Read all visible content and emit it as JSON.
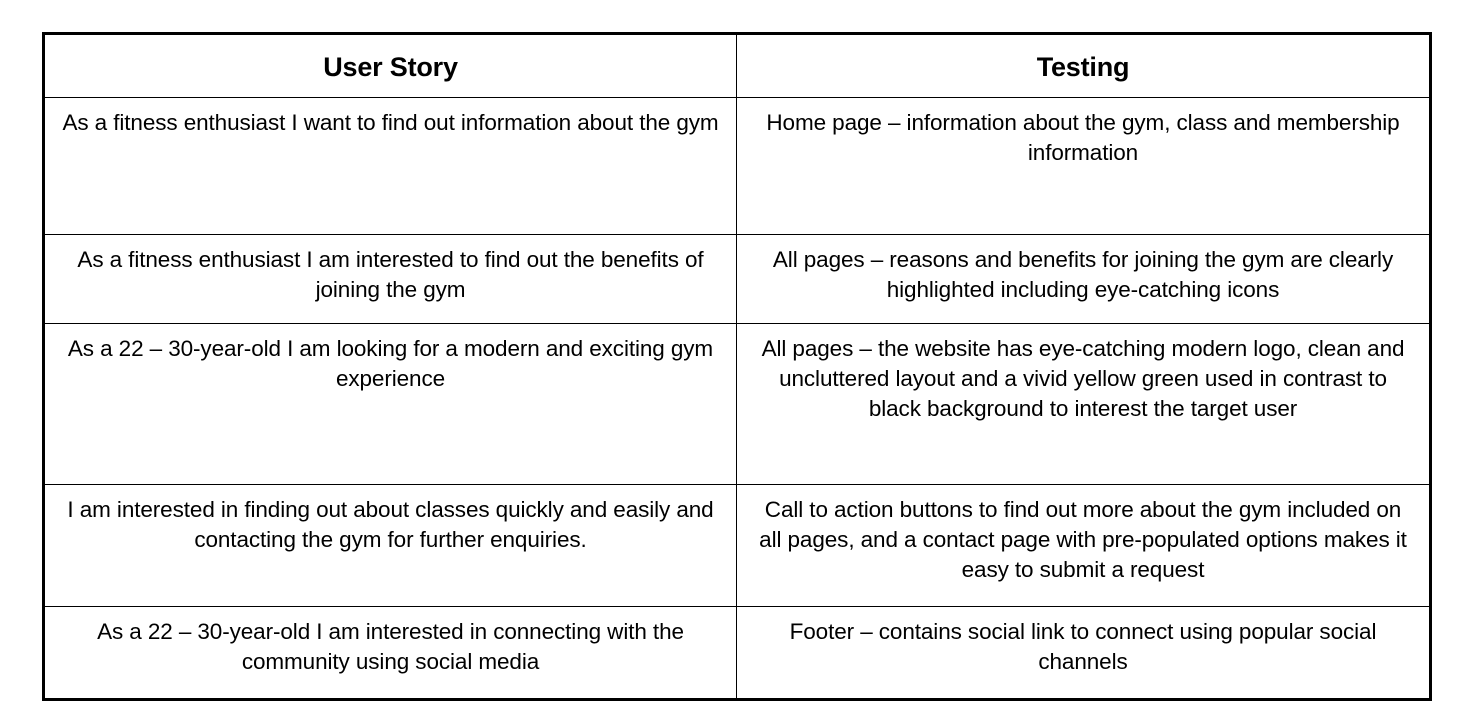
{
  "document": {
    "title": "User Story and Testing Table",
    "background_color": "#ffffff",
    "text_color": "#000000",
    "border_color": "#000000"
  },
  "table": {
    "columns": [
      {
        "key": "user_story",
        "header": "User Story"
      },
      {
        "key": "testing",
        "header": "Testing"
      }
    ],
    "rows": [
      {
        "user_story": "As a fitness enthusiast I want to find out information about the gym",
        "testing": "Home page – information about the gym, class and membership information"
      },
      {
        "user_story": "As a fitness enthusiast I am interested to find out the benefits of joining the gym",
        "testing": "All pages – reasons and benefits for joining the gym are clearly highlighted including eye-catching icons"
      },
      {
        "user_story": "As a 22 – 30-year-old I am looking for a modern and exciting gym experience",
        "testing": "All pages – the website has eye-catching modern logo, clean and uncluttered layout and a vivid yellow green used in contrast to black background to interest the target user"
      },
      {
        "user_story": "I am interested in finding out about classes quickly and easily and contacting the gym for further enquiries.",
        "testing": "Call to action buttons to find out more about the gym included on all pages, and a contact page with pre-populated options makes it easy to submit a request"
      },
      {
        "user_story": "As a 22 – 30-year-old I am interested in connecting with the community using social media",
        "testing": "Footer – contains social link to connect using popular social channels"
      }
    ]
  }
}
